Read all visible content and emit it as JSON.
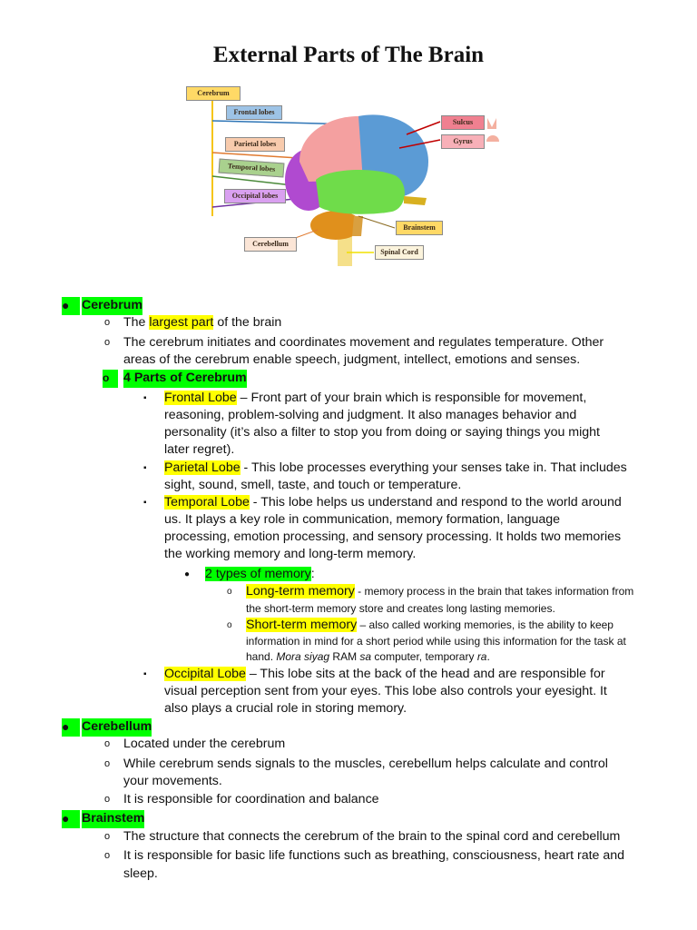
{
  "title": "External Parts of The Brain",
  "figure": {
    "labels": {
      "cerebrum": "Cerebrum",
      "frontal": "Frontal lobes",
      "parietal": "Parietal lobes",
      "temporal": "Temporal lobes",
      "occipital": "Occipital lobes",
      "cerebellum": "Cerebellum",
      "sulcus": "Sulcus",
      "gyrus": "Gyrus",
      "brainstem": "Brainstem",
      "spinal_cord": "Spinal Cord"
    },
    "colors": {
      "frontal": "#5b9bd5",
      "parietal": "#f4a0a0",
      "temporal": "#6fdc4a",
      "occipital": "#b04ad0",
      "cerebellum": "#e0901c",
      "cerebrum_label": "#ffd966",
      "highlight_yellow": "#ffff00",
      "highlight_green": "#00ff00"
    }
  },
  "cerebrum": {
    "heading": "Cerebrum",
    "item1_pre": "The ",
    "item1_hl": "largest part",
    "item1_post": " of the brain",
    "item2_l1": "The cerebrum initiates and coordinates movement and regulates temperature. Other",
    "item2_l2": "areas of the cerebrum enable speech, judgment, intellect, emotions and senses.",
    "parts_heading": "4 Parts of Cerebrum",
    "frontal": {
      "name": "Frontal Lobe",
      "l1": " – Front part of your brain which is responsible for movement,",
      "l2": "reasoning, problem-solving and judgment. It also manages behavior and",
      "l3": "personality (it’s also a filter to stop you from doing or saying things you might",
      "l4": "later regret)."
    },
    "parietal": {
      "name": "Parietal Lobe",
      "l1": " - This lobe processes everything your senses take in. That includes",
      "l2": "sight, sound, smell, taste, and touch or temperature."
    },
    "temporal": {
      "name": "Temporal Lobe",
      "l1": " - This lobe helps us understand and respond to the world around",
      "l2": "us. It plays a key role in communication, memory formation, language",
      "l3": "processing, emotion processing, and sensory processing. It holds two memories",
      "l4": "the working memory and long-term memory.",
      "memory_heading": "2 types of memory",
      "memory_colon": ":",
      "long_name": "Long-term memory",
      "long_l1": " - memory process in the brain that takes information from",
      "long_l2": "the short-term memory store and creates long lasting memories.",
      "short_name": "Short-term memory",
      "short_l1": " – also called working memories, is the ability to keep",
      "short_l2": "information in mind for a short period while using this information for the task at",
      "short_l3_a": "hand. ",
      "short_l3_b": "Mora siyag",
      "short_l3_c": " RAM ",
      "short_l3_d": "sa",
      "short_l3_e": " computer, temporary ",
      "short_l3_f": "ra",
      "short_l3_g": "."
    },
    "occipital": {
      "name": "Occipital Lobe",
      "l1": " – This lobe sits at the back of the head and are responsible for",
      "l2": "visual perception sent from your eyes. This lobe also controls your eyesight. It",
      "l3": "also plays a crucial role in storing memory."
    }
  },
  "cerebellum": {
    "heading": "Cerebellum",
    "item1": "Located under the cerebrum",
    "item2_l1": "While cerebrum sends signals to the muscles, cerebellum helps calculate and control",
    "item2_l2": "your movements.",
    "item3": "It is responsible for coordination and balance"
  },
  "brainstem": {
    "heading": "Brainstem",
    "item1": "The structure that connects the cerebrum of the brain to the spinal cord and cerebellum",
    "item2_l1": "It is responsible for basic life functions such as breathing, consciousness, heart rate and",
    "item2_l2": "sleep."
  },
  "bullets": {
    "disc": "●",
    "circle": "o",
    "square": "▪"
  }
}
